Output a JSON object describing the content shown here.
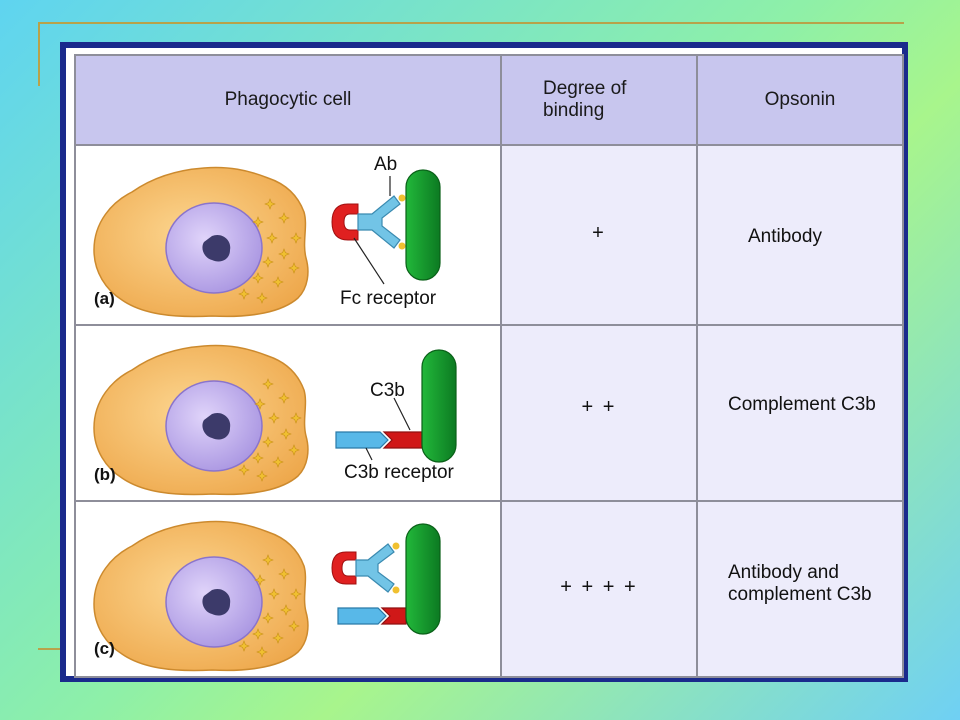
{
  "table": {
    "headers": {
      "phagocytic_cell": "Phagocytic cell",
      "degree_of_binding": "Degree of binding",
      "opsonin": "Opsonin"
    },
    "rows": [
      {
        "panel": "(a)",
        "labels": {
          "top": "Ab",
          "bottom": "Fc receptor"
        },
        "degree": "+",
        "opsonin": "Antibody"
      },
      {
        "panel": "(b)",
        "labels": {
          "top": "C3b",
          "bottom": "C3b receptor"
        },
        "degree": "+ +",
        "opsonin": "Complement C3b"
      },
      {
        "panel": "(c)",
        "labels": {},
        "degree": "+ + + +",
        "opsonin": "Antibody and complement C3b"
      }
    ]
  },
  "colors": {
    "cell_body": "#f2b35a",
    "nucleus": "#c8b6f0",
    "bacterium": "#1aa032",
    "fc_receptor": "#e02020",
    "antibody": "#72c4e6",
    "c3b": "#d01818",
    "c3b_receptor": "#58b8e8"
  }
}
